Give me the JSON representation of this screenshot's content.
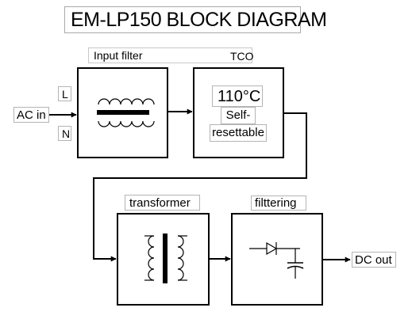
{
  "title": "EM-LP150 BLOCK DIAGRAM",
  "blocks": {
    "input_filter": {
      "label": "Input filter"
    },
    "tco": {
      "label": "TCO",
      "temperature": "110°C",
      "note_line1": "Self-",
      "note_line2": "resettable"
    },
    "transformer": {
      "label": "transformer"
    },
    "filtering": {
      "label": "filttering"
    }
  },
  "terminals": {
    "ac_in": "AC in",
    "line": "L",
    "neutral": "N",
    "dc_out": "DC out"
  }
}
